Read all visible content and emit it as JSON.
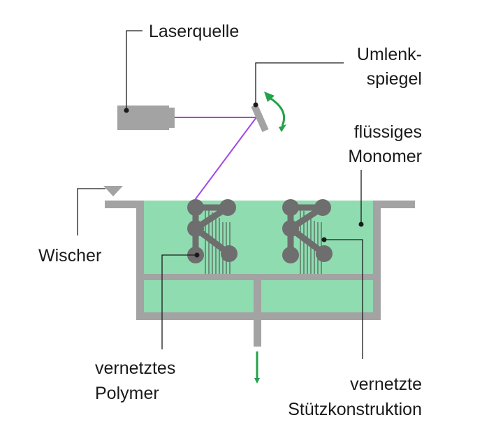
{
  "labels": {
    "laser_source": "Laserquelle",
    "mirror_line1": "Umlenk-",
    "mirror_line2": "spiegel",
    "monomer_line1": "flüssiges",
    "monomer_line2": "Monomer",
    "wiper": "Wischer",
    "polymer_line1": "vernetztes",
    "polymer_line2": "Polymer",
    "support_line1": "vernetzte",
    "support_line2": "Stützkonstruktion"
  },
  "colors": {
    "resin": "#8fdcb1",
    "vat": "#a3a3a3",
    "laser_beam": "#a347e6",
    "arrow": "#22a24a",
    "node": "#6e6e6e",
    "leader": "#1a1a1a"
  }
}
